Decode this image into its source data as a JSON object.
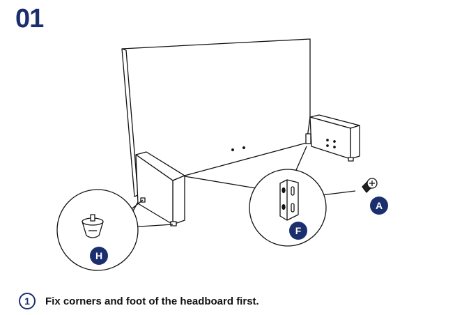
{
  "step_number": "01",
  "instruction": {
    "index": "1",
    "text": "Fix corners and foot of the headboard first."
  },
  "callouts": {
    "h": "H",
    "f": "F",
    "a": "A"
  },
  "colors": {
    "navy": "#1b2f6e",
    "line": "#111111"
  }
}
